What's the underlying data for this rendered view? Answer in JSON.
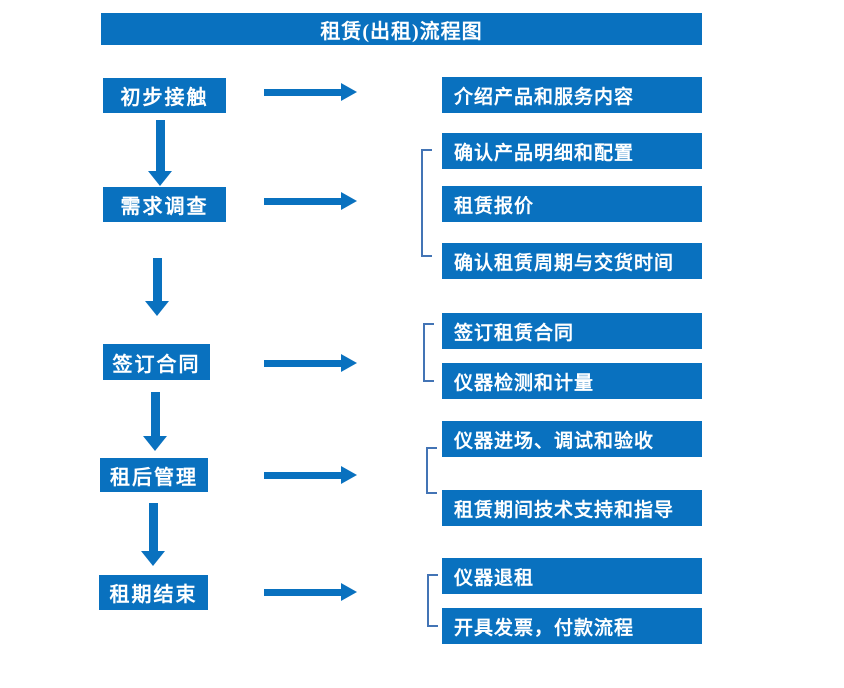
{
  "title": "租赁(出租)流程图",
  "colors": {
    "primary": "#0971BF",
    "bracket": "#4374B5",
    "text_on_primary": "#FFFFFF",
    "background": "#FFFFFF"
  },
  "steps": [
    {
      "label": "初步接触",
      "details": [
        "介绍产品和服务内容"
      ]
    },
    {
      "label": "需求调查",
      "details": [
        "确认产品明细和配置",
        "租赁报价",
        "确认租赁周期与交货时间"
      ]
    },
    {
      "label": "签订合同",
      "details": [
        "签订租赁合同",
        "仪器检测和计量"
      ]
    },
    {
      "label": "租后管理",
      "details": [
        "仪器进场、调试和验收",
        "租赁期间技术支持和指导"
      ]
    },
    {
      "label": "租期结束",
      "details": [
        "仪器退租",
        "开具发票，付款流程"
      ]
    }
  ]
}
